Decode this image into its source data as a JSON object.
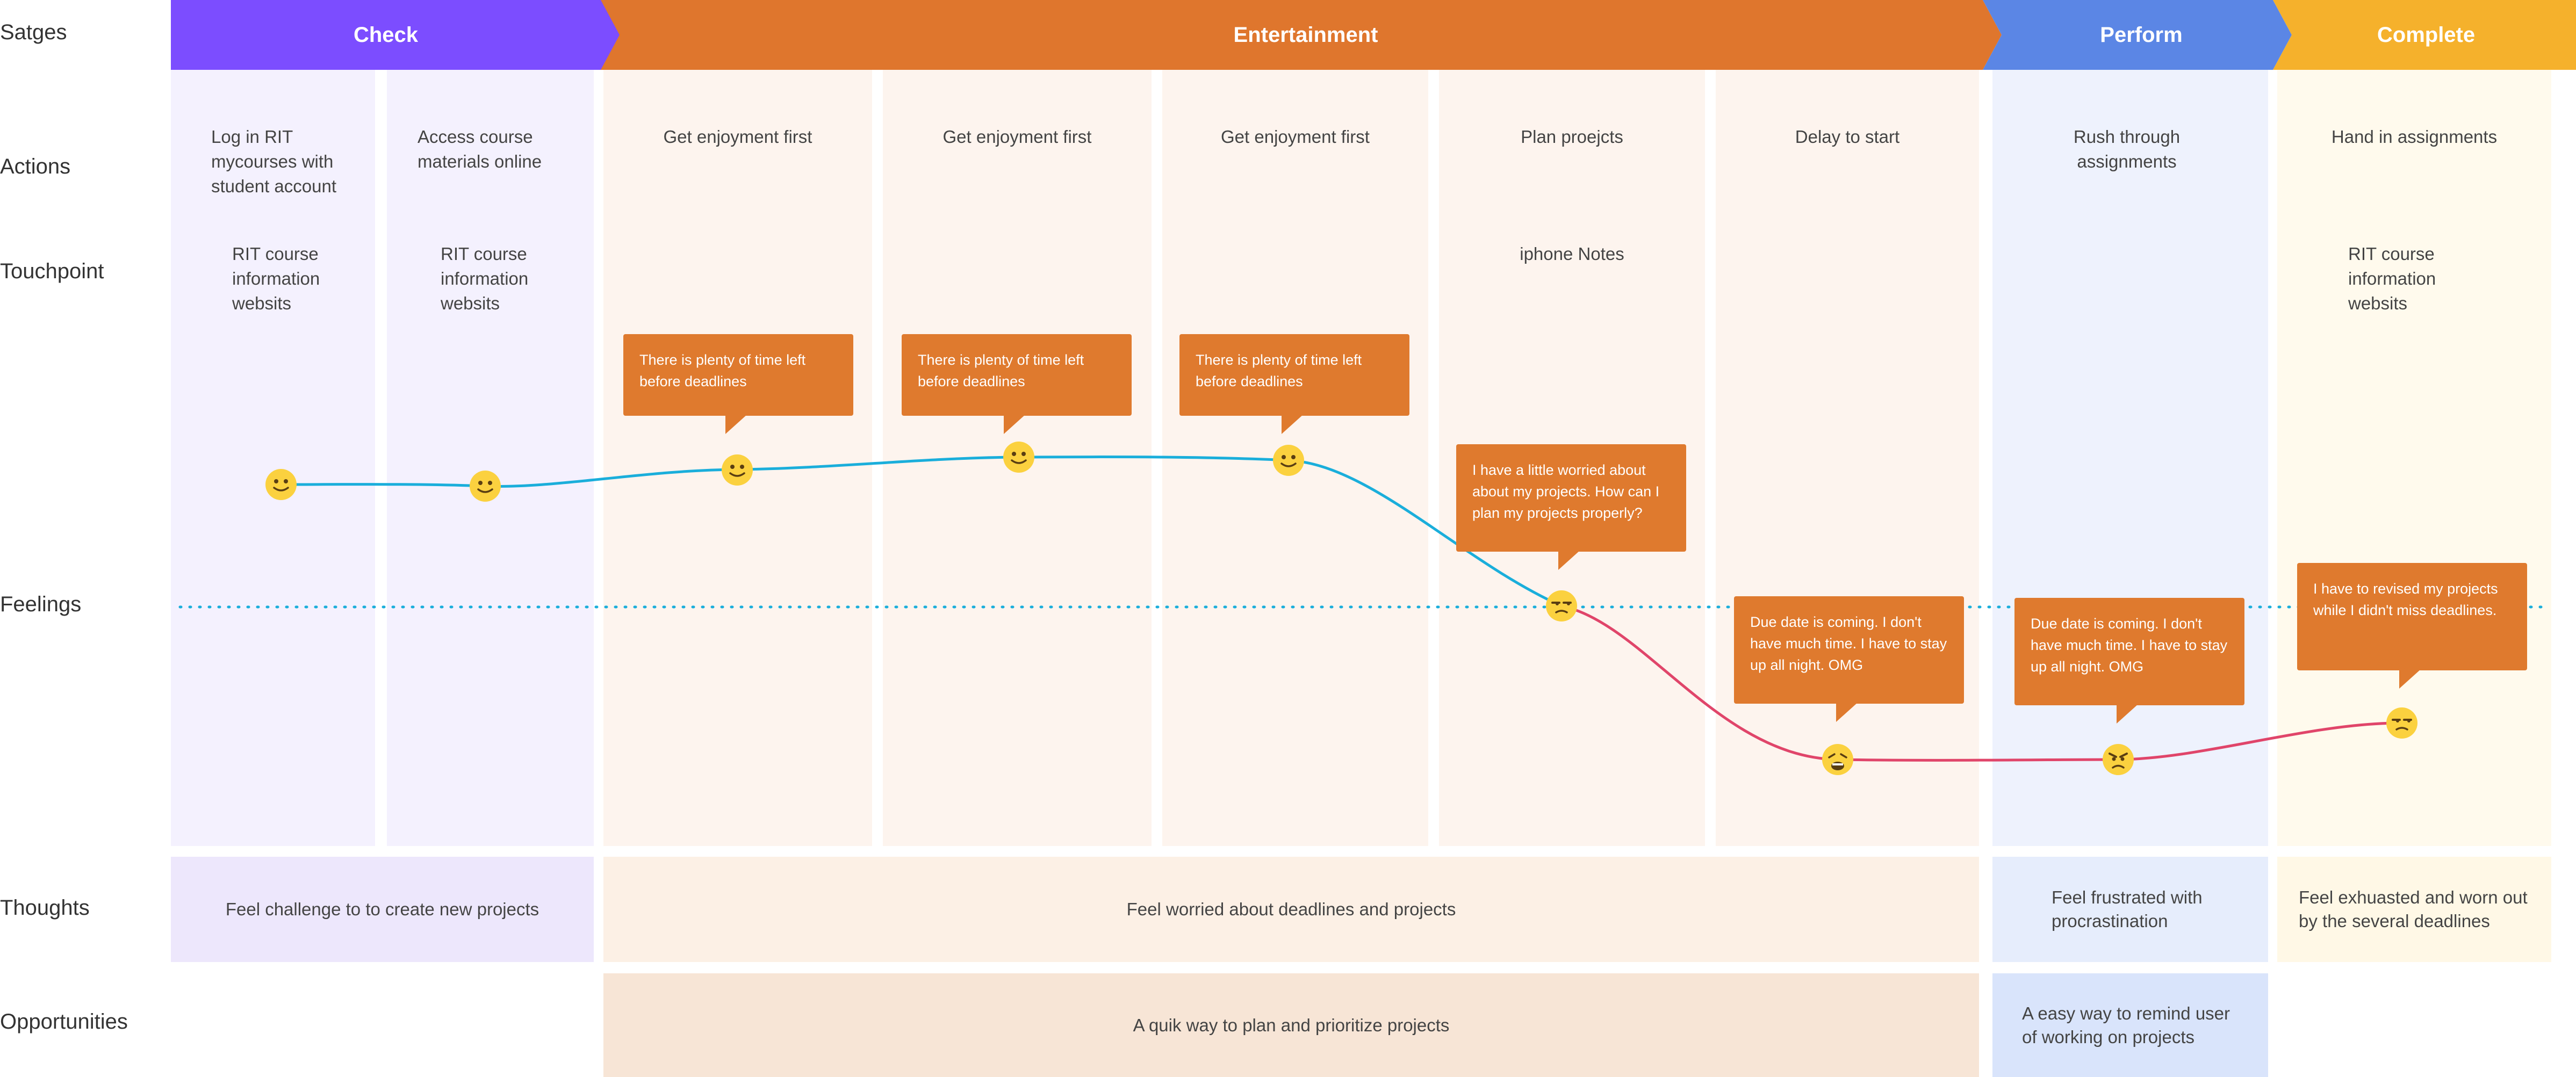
{
  "row_labels": {
    "stages": "Satges",
    "actions": "Actions",
    "touchpoint": "Touchpoint",
    "feelings": "Feelings",
    "thoughts": "Thoughts",
    "opportunities": "Opportunities"
  },
  "stages": {
    "check": "Check",
    "entertainment": "Entertainment",
    "perform": "Perform",
    "complete": "Complete"
  },
  "actions": [
    "Log in RIT mycourses with student account",
    "Access course materials online",
    "Get enjoyment first",
    "Get enjoyment first",
    "Get enjoyment first",
    "Plan proejcts",
    "Delay to start",
    "Rush through assignments",
    "Hand in assignments"
  ],
  "touchpoints": {
    "c0": "RIT course information websits",
    "c1": "RIT course information websits",
    "c5": "iphone Notes",
    "c8": "RIT course information websits"
  },
  "bubbles": [
    "There is plenty of time left before deadlines",
    "There is plenty of time left before deadlines",
    "There is plenty of time left before deadlines",
    "I have a little worried about about my projects. How can I plan my projects properly?",
    "Due date is coming. I don't have much time. I have to stay up all night. OMG",
    "Due date is coming. I don't have much time. I have to stay up all night. OMG",
    "I have to revised my projects while I didn't miss deadlines."
  ],
  "thoughts": {
    "check": "Feel challenge to  to create new projects",
    "entertainment": "Feel worried about deadlines and projects",
    "perform": "Feel frustrated with procrastination",
    "complete": "Feel exhuasted and worn out by the several deadlines"
  },
  "opportunities": {
    "entertainment": "A quik way to plan and prioritize projects",
    "perform": "A easy way to remind user of working on projects"
  },
  "colors": {
    "check": "#7c4dff",
    "entertainment": "#df762d",
    "perform": "#5b86e5",
    "complete": "#f5b12c",
    "positive_line": "#1aaedb",
    "negative_line": "#e0456a",
    "bubble": "#df7a2e"
  },
  "emotions": [
    "smile",
    "smile",
    "smile",
    "smile",
    "smile",
    "unamused",
    "weary",
    "angry",
    "unamused"
  ]
}
